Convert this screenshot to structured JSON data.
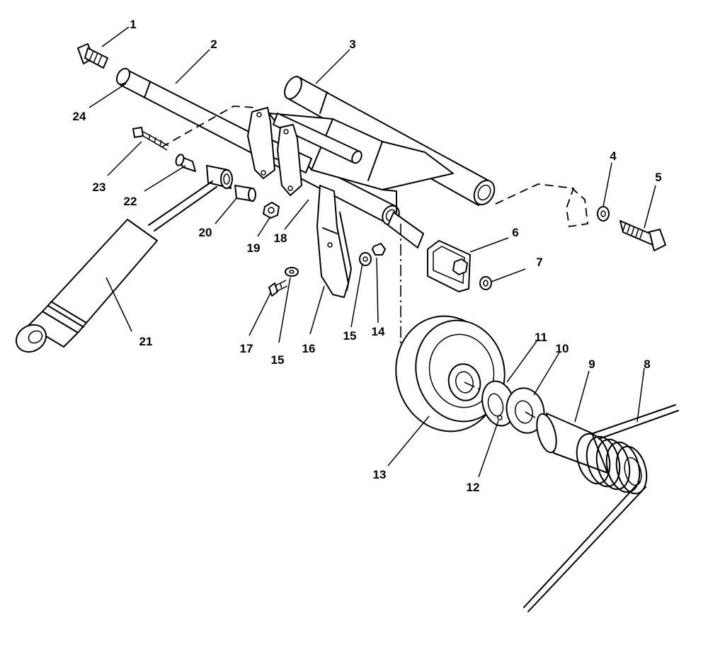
{
  "callouts": [
    {
      "num": "1",
      "name": "bolt-top"
    },
    {
      "num": "2",
      "name": "pivot-shaft"
    },
    {
      "num": "3",
      "name": "rear-crossbar"
    },
    {
      "num": "4",
      "name": "lock-washer"
    },
    {
      "num": "5",
      "name": "bolt-right"
    },
    {
      "num": "6",
      "name": "square-plate"
    },
    {
      "num": "7",
      "name": "washer-small"
    },
    {
      "num": "8",
      "name": "torsion-spring"
    },
    {
      "num": "9",
      "name": "spring-sleeve"
    },
    {
      "num": "10",
      "name": "spacer-ring"
    },
    {
      "num": "11",
      "name": "collar"
    },
    {
      "num": "12",
      "name": "set-collar"
    },
    {
      "num": "13",
      "name": "idler-pulley"
    },
    {
      "num": "14",
      "name": "nut"
    },
    {
      "num": "15",
      "name": "flat-washer"
    },
    {
      "num": "16",
      "name": "mounting-bracket"
    },
    {
      "num": "17",
      "name": "screw"
    },
    {
      "num": "18",
      "name": "pivot-arm"
    },
    {
      "num": "19",
      "name": "hex-nut"
    },
    {
      "num": "20",
      "name": "bushing"
    },
    {
      "num": "21",
      "name": "shock-absorber"
    },
    {
      "num": "22",
      "name": "spacer-sleeve"
    },
    {
      "num": "23",
      "name": "long-bolt"
    },
    {
      "num": "24",
      "name": "shaft-end"
    }
  ]
}
